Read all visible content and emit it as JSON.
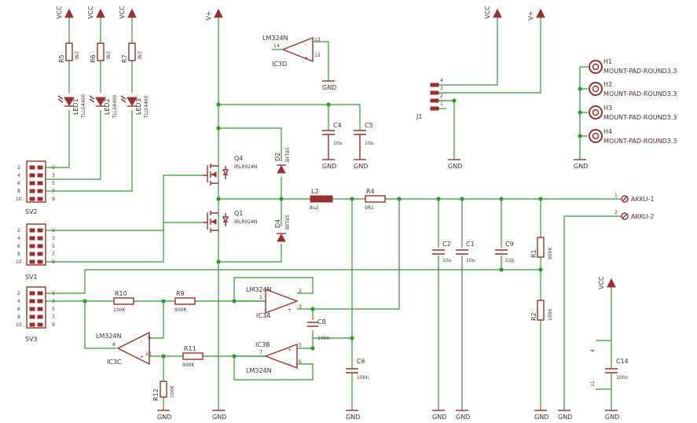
{
  "diagram": {
    "colors": {
      "wire": "#2e9b2e",
      "part": "#9b2f2f",
      "text": "#4a3030",
      "background": "#ffffff"
    },
    "supplies": {
      "vcc": "VCC",
      "vplus": "V+",
      "gnd": "GND"
    },
    "resistors": {
      "r1": {
        "name": "R1",
        "value": "900K"
      },
      "r2": {
        "name": "R2",
        "value": "100K"
      },
      "r4": {
        "name": "R4",
        "value": "0R1"
      },
      "r5": {
        "name": "R5",
        "value": "3k7"
      },
      "r6": {
        "name": "R6",
        "value": "3k7"
      },
      "r7": {
        "name": "R7",
        "value": "3k7"
      },
      "r9": {
        "name": "R9",
        "value": "900K"
      },
      "r10": {
        "name": "R10",
        "value": "100K"
      },
      "r11": {
        "name": "R11",
        "value": "900K"
      },
      "r12": {
        "name": "R12",
        "value": "100K"
      }
    },
    "capacitors": {
      "c1": {
        "name": "C1",
        "value": "10u"
      },
      "c2": {
        "name": "C2",
        "value": "10u"
      },
      "c4": {
        "name": "C4",
        "value": "10u"
      },
      "c5": {
        "name": "C5",
        "value": "10u"
      },
      "c6": {
        "name": "C6",
        "value": "100n"
      },
      "c8": {
        "name": "C8",
        "value": "100n"
      },
      "c9": {
        "name": "C9",
        "value": "22p"
      },
      "c14": {
        "name": "C14",
        "value": "100n"
      }
    },
    "inductor": {
      "name": "L2",
      "value": "8u2"
    },
    "diodes": {
      "d2": {
        "name": "D2",
        "value": "BYT85"
      },
      "d4": {
        "name": "D4",
        "value": "BYT85"
      }
    },
    "mosfets": {
      "q4": {
        "name": "Q4",
        "value": "IRLR024N"
      },
      "q1": {
        "name": "Q1",
        "value": "IRLR024N"
      }
    },
    "leds": {
      "led1": {
        "name": "LED1",
        "value": "TLLG4400"
      },
      "led2": {
        "name": "LED2",
        "value": "TLLS4400"
      },
      "led3": {
        "name": "LED3",
        "value": "TLLY4400"
      }
    },
    "opamps": {
      "ic3a": {
        "name": "IC3A",
        "value": "LM324N",
        "pins": [
          "1",
          "2",
          "3"
        ]
      },
      "ic3b": {
        "name": "IC3B",
        "value": "LM324N",
        "pins": [
          "7",
          "6",
          "5"
        ]
      },
      "ic3c": {
        "name": "IC3C",
        "value": "LM324N",
        "pins": [
          "8",
          "9",
          "10"
        ]
      },
      "ic3d": {
        "name": "IC3D",
        "value": "LM324N",
        "pins": [
          "14",
          "13",
          "12"
        ]
      }
    },
    "connectors": {
      "sv1": {
        "name": "SV1",
        "pins": [
          "1",
          "2",
          "3",
          "4",
          "5",
          "6",
          "7",
          "8",
          "9",
          "10"
        ]
      },
      "sv2": {
        "name": "SV2",
        "pins": [
          "1",
          "2",
          "3",
          "4",
          "5",
          "6",
          "7",
          "8",
          "9",
          "10"
        ]
      },
      "sv3": {
        "name": "SV3",
        "pins": [
          "1",
          "2",
          "3",
          "4",
          "5",
          "6",
          "7",
          "8",
          "9",
          "10"
        ]
      },
      "j1": {
        "name": "J1",
        "pins": [
          "4",
          "3",
          "2",
          "1"
        ]
      }
    },
    "mount_pads": [
      {
        "name": "H1",
        "value": "MOUNT-PAD-ROUND3.3"
      },
      {
        "name": "H2",
        "value": "MOUNT-PAD-ROUND3.3"
      },
      {
        "name": "H3",
        "value": "MOUNT-PAD-ROUND3.3"
      },
      {
        "name": "H4",
        "value": "MOUNT-PAD-ROUND3.3"
      }
    ],
    "terminals": [
      {
        "name": "AKKU-1",
        "pin": "1"
      },
      {
        "name": "AKKU-2",
        "pin": "2"
      }
    ],
    "c14_supply_pins": {
      "top": "4",
      "bottom": "11"
    },
    "pin_minus": "-",
    "pin_plus": "+"
  }
}
